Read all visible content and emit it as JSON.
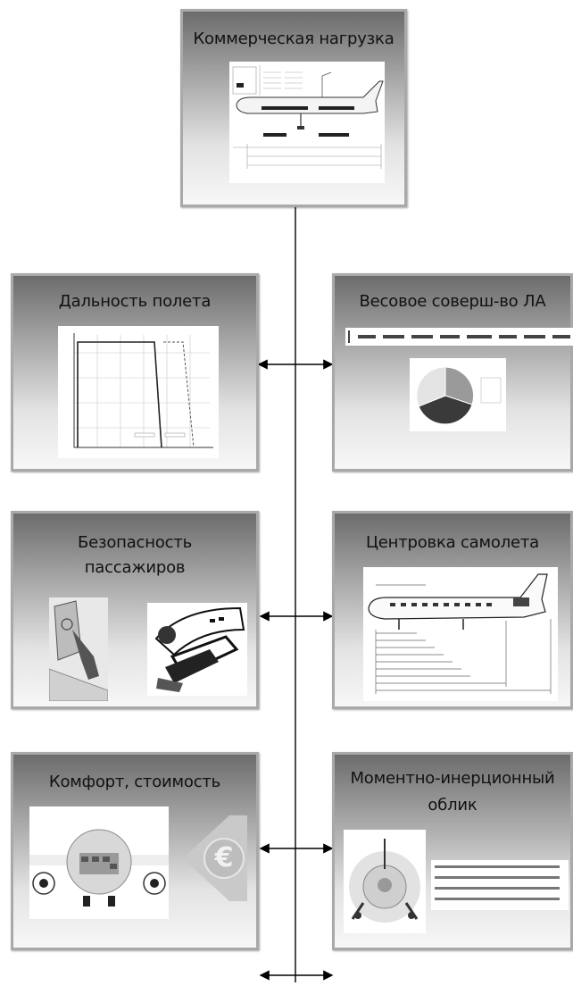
{
  "cards": {
    "payload": {
      "title": "Коммерческая нагрузка"
    },
    "range": {
      "title": "Дальность полета"
    },
    "weight": {
      "title": "Весовое соверш-во ЛА"
    },
    "safety": {
      "title_line1": "Безопасность",
      "title_line2": "пассажиров"
    },
    "balance": {
      "title": "Центровка самолета"
    },
    "comfort": {
      "title": "Комфорт, стоимость"
    },
    "inertia": {
      "title_line1": "Моментно-инерционный",
      "title_line2": "облик"
    }
  },
  "icons": {
    "euro": "€"
  },
  "colors": {
    "card_border": "#a9a9a9",
    "card_top": "#6c6c6c",
    "card_bottom": "#f7f7f7",
    "line": "#000000"
  }
}
